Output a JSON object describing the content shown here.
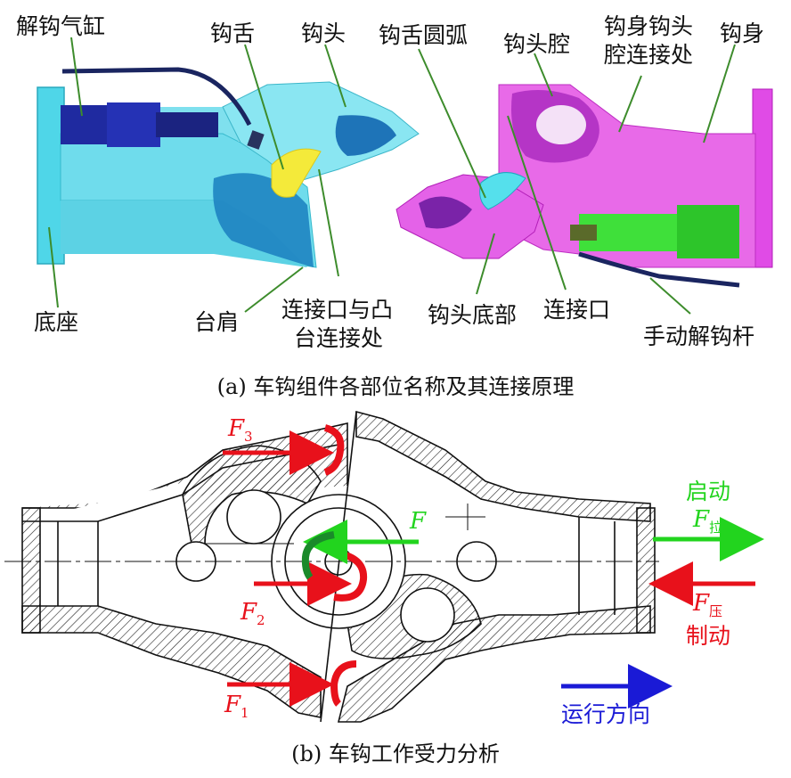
{
  "part_a": {
    "labels": {
      "release_cylinder": "解钩气缸",
      "hook_tongue": "钩舌",
      "hook_head": "钩头",
      "tongue_arc": "钩舌圆弧",
      "head_cavity": "钩头腔",
      "body_head_joint_line1": "钩身钩头",
      "body_head_joint_line2": "腔连接处",
      "hook_body": "钩身",
      "base": "底座",
      "shoulder": "台肩",
      "port_boss_line1": "连接口与凸",
      "port_boss_line2": "台连接处",
      "head_bottom": "钩头底部",
      "port": "连接口",
      "manual_lever": "手动解钩杆"
    },
    "caption": "(a) 车钩组件各部位名称及其连接原理"
  },
  "part_b": {
    "forces": {
      "f3": {
        "symbol": "F",
        "sub": "3"
      },
      "f2": {
        "symbol": "F",
        "sub": "2"
      },
      "f1": {
        "symbol": "F",
        "sub": "1"
      },
      "f": {
        "symbol": "F"
      },
      "pull": {
        "label": "启动",
        "symbol": "F",
        "sub": "拉"
      },
      "push": {
        "label": "制动",
        "symbol": "F",
        "sub": "压"
      }
    },
    "direction_label": "运行方向",
    "caption": "(b) 车钩工作受力分析",
    "colors": {
      "force": "#e8111b",
      "start": "#22d41e",
      "direction": "#1a1ad6",
      "tongue_green": "#1a8a2a"
    }
  }
}
